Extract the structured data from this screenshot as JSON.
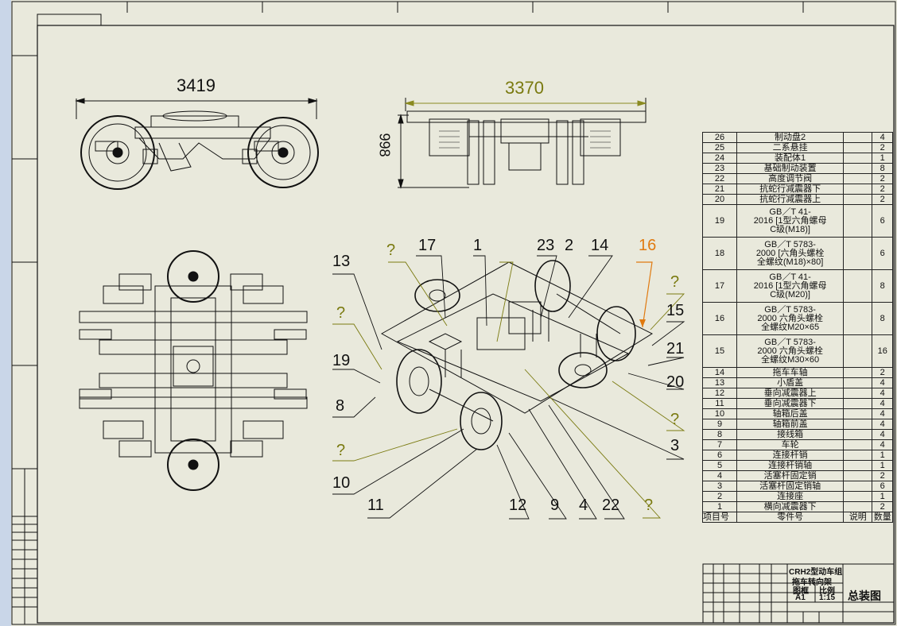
{
  "dimensions": {
    "side_view_length": "3419",
    "top_view_length": "3370",
    "height": "998"
  },
  "balloons": [
    "13",
    "?",
    "19",
    "8",
    "17",
    "1",
    "?",
    "23",
    "2",
    "14",
    "16",
    "?",
    "15",
    "21",
    "20",
    "?",
    "3",
    "?",
    "10",
    "11",
    "12",
    "9",
    "4",
    "22",
    "?"
  ],
  "parts_table": {
    "rows": [
      {
        "no": "26",
        "name": "制动盘2",
        "note": "",
        "qty": "4"
      },
      {
        "no": "25",
        "name": "二系悬挂",
        "note": "",
        "qty": "2"
      },
      {
        "no": "24",
        "name": "装配体1",
        "note": "",
        "qty": "1"
      },
      {
        "no": "23",
        "name": "基础制动装置",
        "note": "",
        "qty": "8"
      },
      {
        "no": "22",
        "name": "高度调节阀",
        "note": "",
        "qty": "2"
      },
      {
        "no": "21",
        "name": "抗蛇行减震器下",
        "note": "",
        "qty": "2"
      },
      {
        "no": "20",
        "name": "抗蛇行减震器上",
        "note": "",
        "qty": "2"
      },
      {
        "no": "19",
        "name": "GB／T 41-\n2016 [1型六角螺母\nC级(M18)]",
        "note": "",
        "qty": "6"
      },
      {
        "no": "18",
        "name": "GB／T 5783-\n2000 [六角头螺栓\n全螺纹(M18)×80]",
        "note": "",
        "qty": "6"
      },
      {
        "no": "17",
        "name": "GB／T 41-\n2016 [1型六角螺母\nC级(M20)]",
        "note": "",
        "qty": "8"
      },
      {
        "no": "16",
        "name": "GB／T 5783-\n2000 六角头螺栓\n全螺纹M20×65",
        "note": "",
        "qty": "8"
      },
      {
        "no": "15",
        "name": "GB／T 5783-\n2000 六角头螺栓\n全螺纹M30×60",
        "note": "",
        "qty": "16"
      },
      {
        "no": "14",
        "name": "拖车车轴",
        "note": "",
        "qty": "2"
      },
      {
        "no": "13",
        "name": "小盾盖",
        "note": "",
        "qty": "4"
      },
      {
        "no": "12",
        "name": "垂向减震器上",
        "note": "",
        "qty": "4"
      },
      {
        "no": "11",
        "name": "垂向减震器下",
        "note": "",
        "qty": "4"
      },
      {
        "no": "10",
        "name": "轴箱后盖",
        "note": "",
        "qty": "4"
      },
      {
        "no": "9",
        "name": "轴箱前盖",
        "note": "",
        "qty": "4"
      },
      {
        "no": "8",
        "name": "接线箱",
        "note": "",
        "qty": "4"
      },
      {
        "no": "7",
        "name": "车轮",
        "note": "",
        "qty": "4"
      },
      {
        "no": "6",
        "name": "连接杆销",
        "note": "",
        "qty": "1"
      },
      {
        "no": "5",
        "name": "连接杆销轴",
        "note": "",
        "qty": "1"
      },
      {
        "no": "4",
        "name": "活塞杆固定销",
        "note": "",
        "qty": "2"
      },
      {
        "no": "3",
        "name": "活塞杆固定销轴",
        "note": "",
        "qty": "6"
      },
      {
        "no": "2",
        "name": "连接座",
        "note": "",
        "qty": "1"
      },
      {
        "no": "1",
        "name": "横向减震器下",
        "note": "",
        "qty": "2"
      }
    ],
    "header": {
      "no": "项目号",
      "name": "零件号",
      "note": "说明",
      "qty": "数量"
    }
  },
  "title_block": {
    "project": "CRH2型动车组",
    "part": "拖车转向架",
    "frame_label": "图框",
    "frame_value": "A1",
    "scale_label": "比例",
    "scale_value": "1:15",
    "drawing_title": "总装图"
  }
}
